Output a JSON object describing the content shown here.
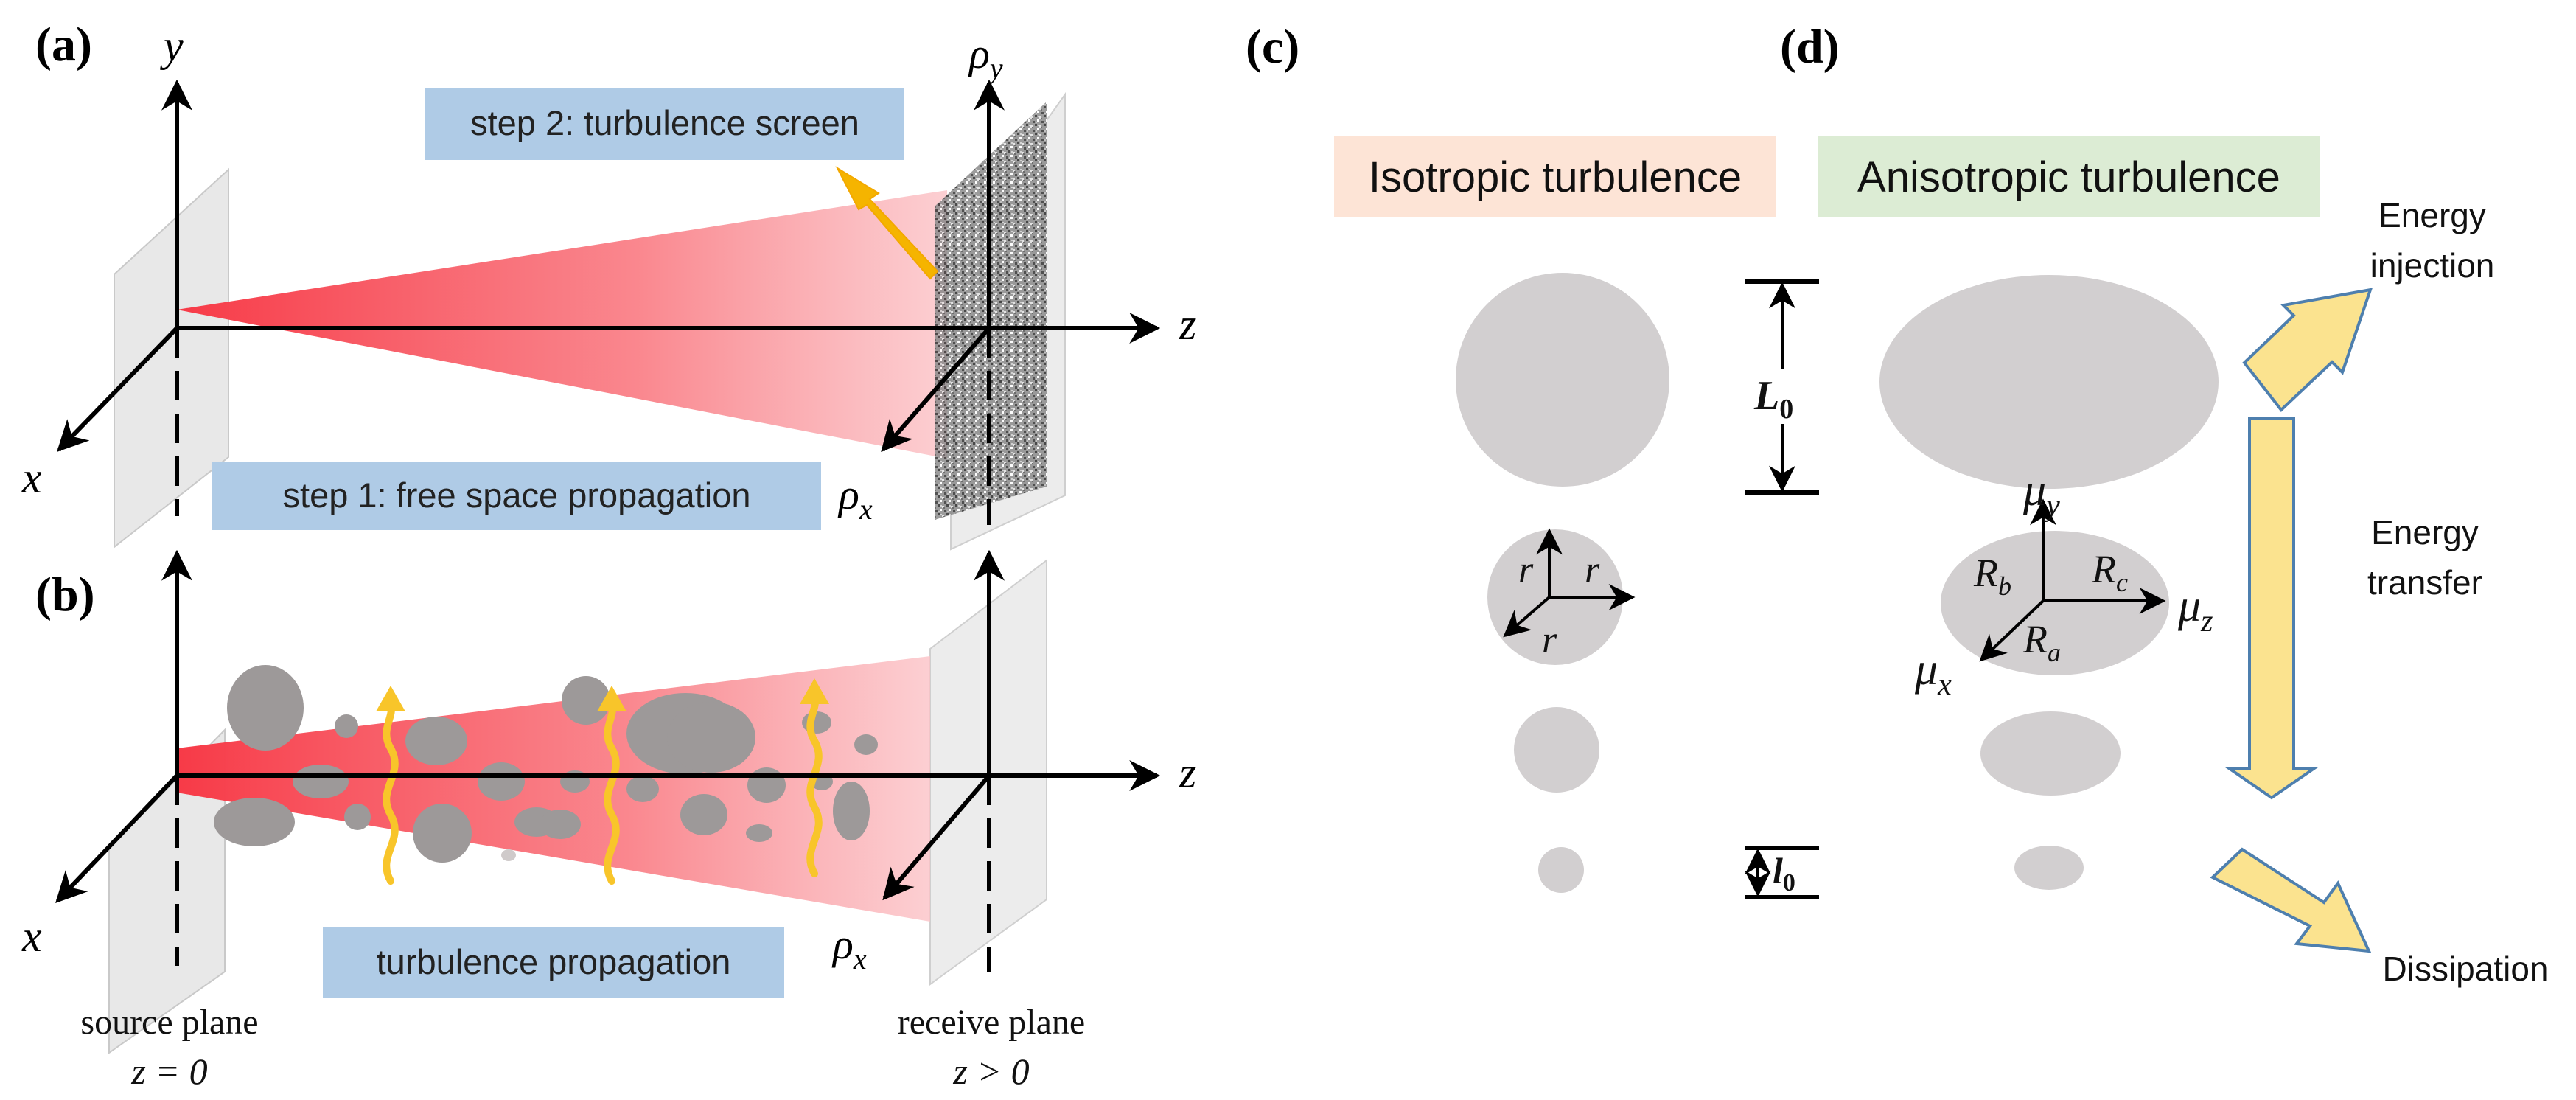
{
  "panels": {
    "a": "(a)",
    "b": "(b)",
    "c": "(c)",
    "d": "(d)"
  },
  "panel_a": {
    "axis_y": "y",
    "axis_x": "x",
    "axis_z": "z",
    "rho_y": "ρ",
    "rho_y_sub": "y",
    "rho_x": "ρ",
    "rho_x_sub": "x",
    "step2": "step 2: turbulence screen",
    "step1": "step 1: free space propagation"
  },
  "panel_b": {
    "axis_x": "x",
    "axis_z": "z",
    "rho_x": "ρ",
    "rho_x_sub": "x",
    "caption": "turbulence propagation",
    "source_plane": "source plane",
    "source_eq": "z = 0",
    "receive_plane": "receive plane",
    "receive_eq": "z > 0"
  },
  "panel_c": {
    "title": "Isotropic turbulence",
    "r1": "r",
    "r2": "r",
    "r3": "r",
    "outer_scale": "L",
    "outer_scale_sub": "0",
    "inner_scale": "l",
    "inner_scale_sub": "0"
  },
  "panel_d": {
    "title": "Anisotropic turbulence",
    "mu_y": "μ",
    "mu_y_sub": "y",
    "mu_z": "μ",
    "mu_z_sub": "z",
    "mu_x": "μ",
    "mu_x_sub": "x",
    "R_b": "R",
    "R_b_sub": "b",
    "R_c": "R",
    "R_c_sub": "c",
    "R_a": "R",
    "R_a_sub": "a",
    "energy_injection_1": "Energy",
    "energy_injection_2": "injection",
    "energy_transfer_1": "Energy",
    "energy_transfer_2": "transfer",
    "dissipation": "Dissipation"
  },
  "colors": {
    "beam": "#f7434f",
    "label_box": "#afcbe6",
    "iso_header": "#fde4d6",
    "aniso_header": "#dcecd4",
    "eddy": "#d2cfd0",
    "gray_blob": "#9d9999",
    "arrow_fill": "#fbe38f",
    "arrow_stroke": "#4e7fae",
    "plane": "#e6e6e6"
  }
}
